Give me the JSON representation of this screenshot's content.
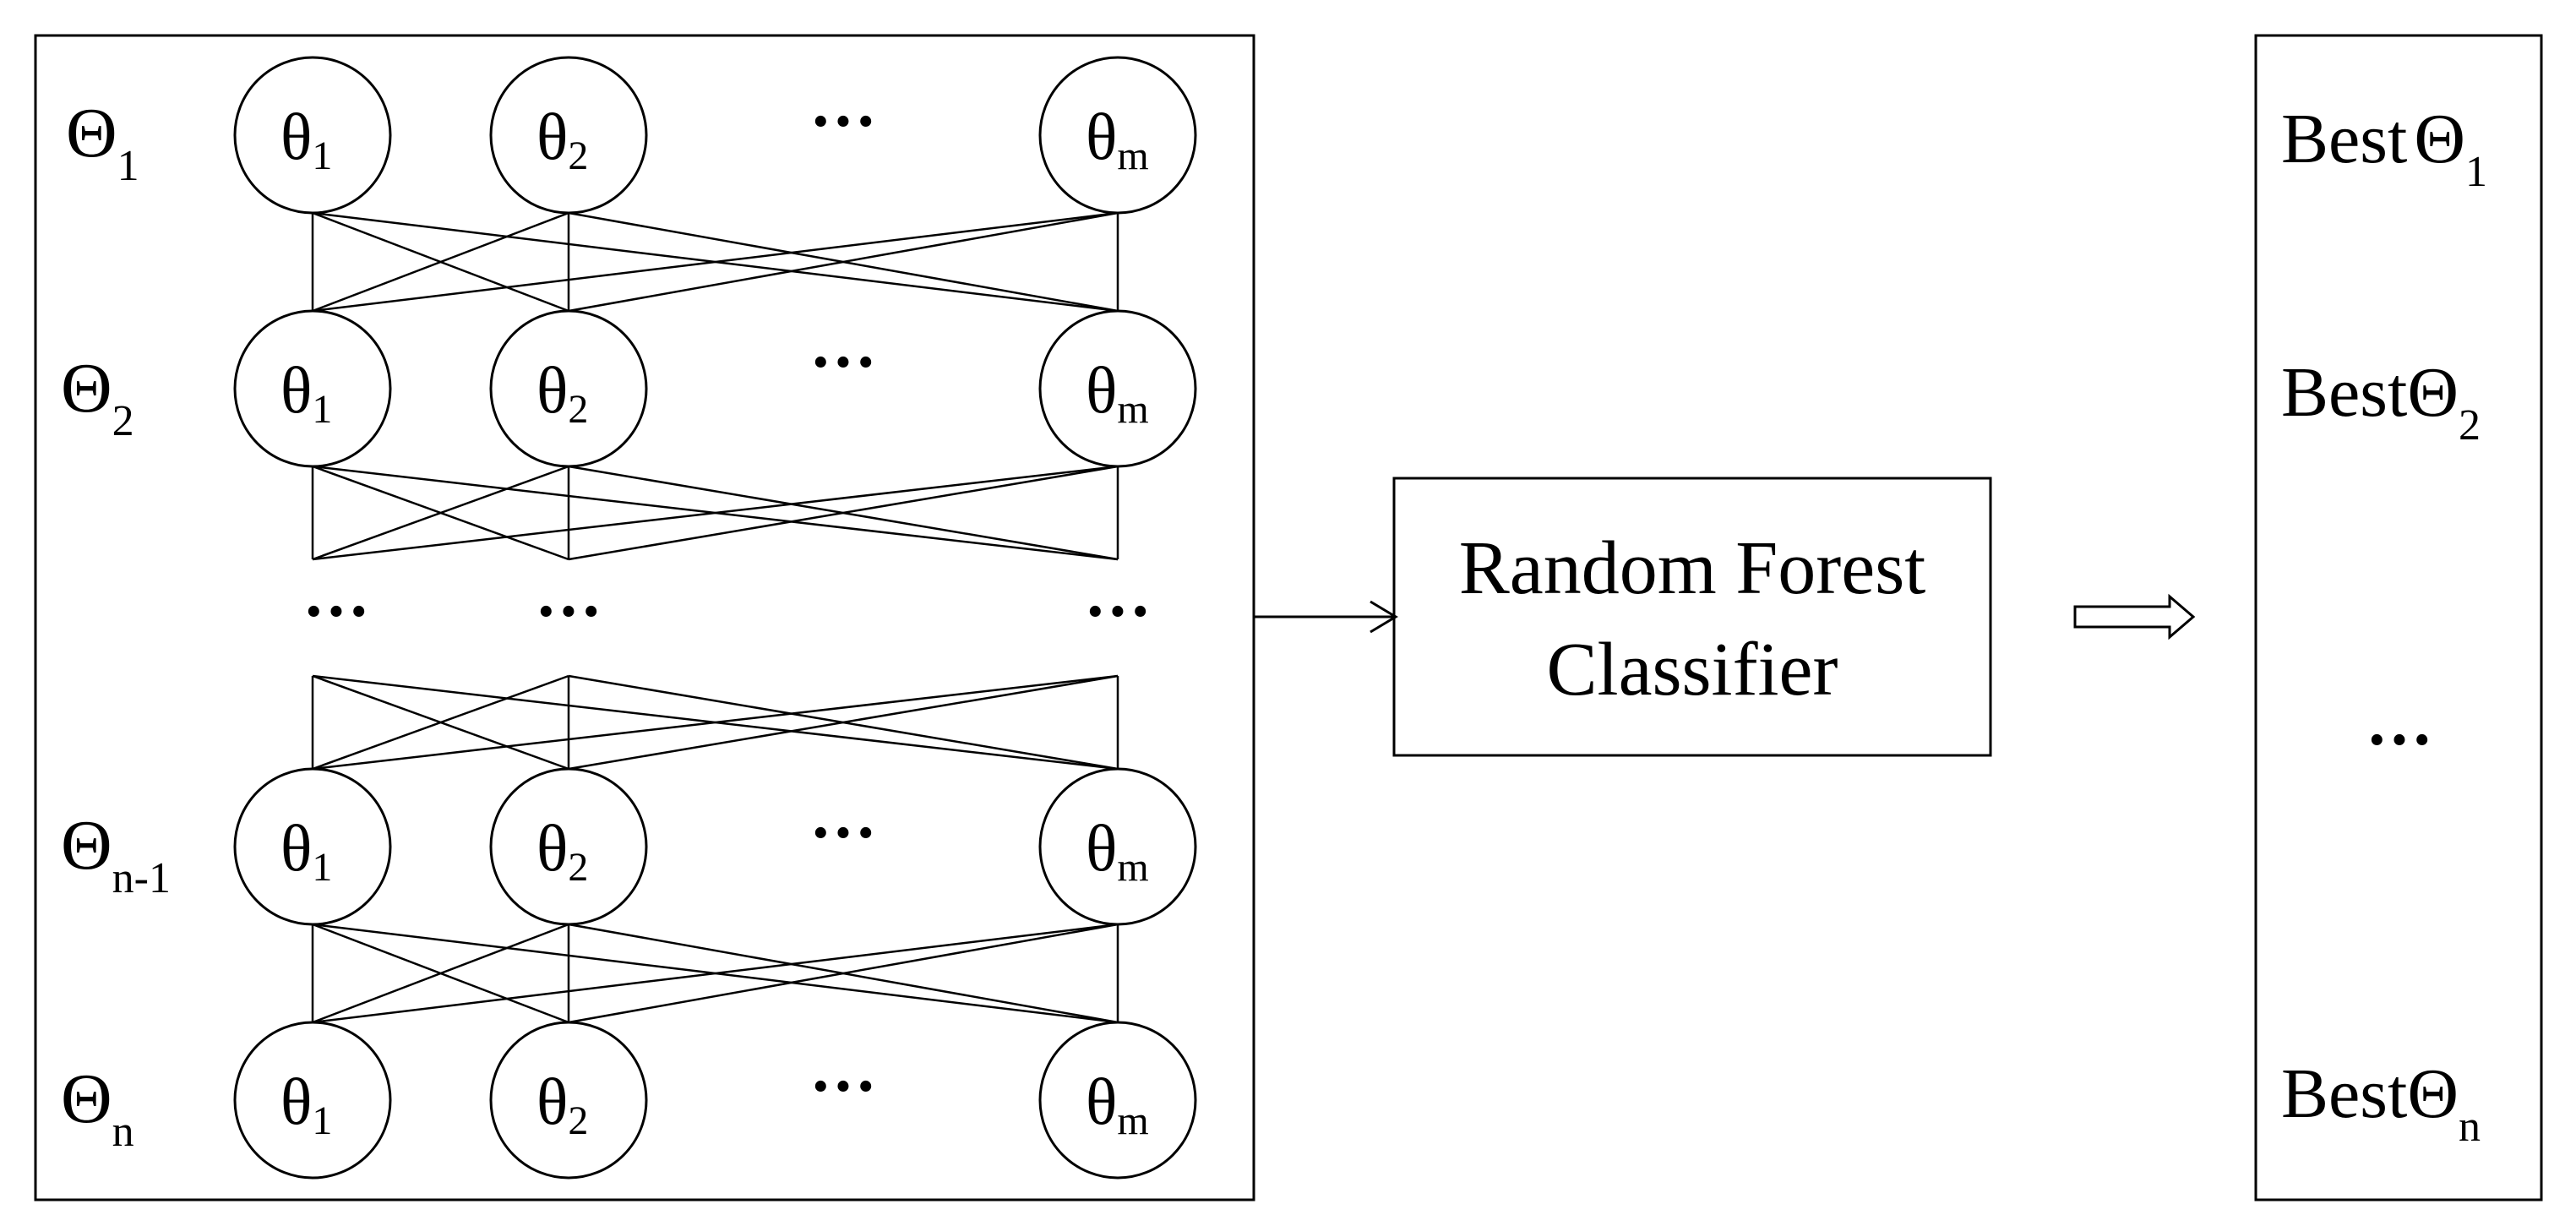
{
  "params": {
    "row_symbol": "Θ",
    "row_subscripts": [
      "1",
      "2",
      "n-1",
      "n"
    ],
    "node_symbol": "θ",
    "node_subscripts": [
      "1",
      "2",
      "m"
    ],
    "ellipsis": "···"
  },
  "classifier": {
    "line1": "Random Forest",
    "line2": "Classifier"
  },
  "results": {
    "prefix": "Best",
    "symbol": "Θ",
    "subscripts": [
      "1",
      "2",
      "n"
    ],
    "ellipsis": "···"
  }
}
